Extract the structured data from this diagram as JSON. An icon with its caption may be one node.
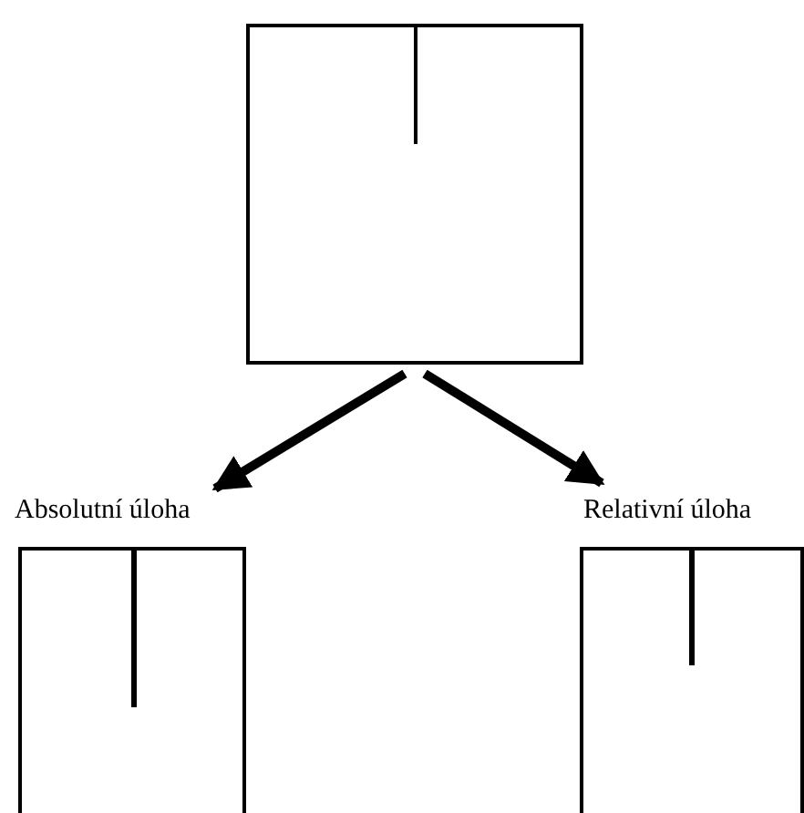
{
  "diagram": {
    "nodes": [
      {
        "text": [],
        "shape": "box"
      },
      {
        "text": [
          "Absolutní úloha"
        ]
      },
      {
        "text": [
          "Relativní úloha"
        ]
      }
    ],
    "edges": [
      {
        "from": 0,
        "to": 1,
        "arrow": "to"
      },
      {
        "from": 0,
        "to": 2,
        "arrow": "to"
      }
    ]
  }
}
